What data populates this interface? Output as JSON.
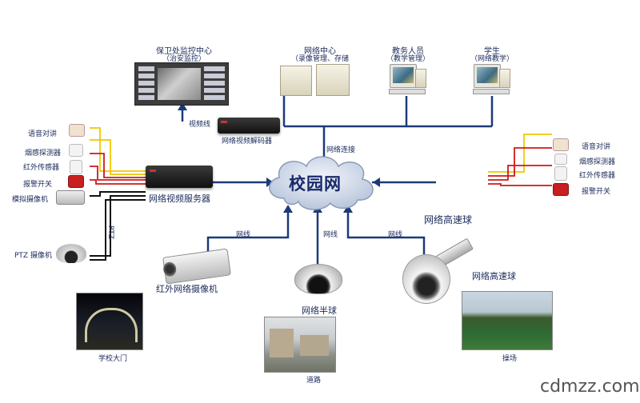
{
  "cloud": {
    "label": "校园网"
  },
  "top_nodes": {
    "security": {
      "title": "保卫处监控中心",
      "subtitle": "（治安监控）"
    },
    "network_center": {
      "title": "网络中心",
      "subtitle": "（录像管理、存储"
    },
    "teachers": {
      "title": "教务人员",
      "subtitle": "（教学管理）"
    },
    "students": {
      "title": "学生",
      "subtitle": "（网络教学）"
    }
  },
  "devices": {
    "decoder": "网络视频解码器",
    "video_line": "视频线",
    "network_link": "网络连接",
    "video_server": "网络视频服务器",
    "analog_camera": "模拟摄像机",
    "ptz_camera": "PTZ 摄像机",
    "ptz_vertical": "PTZ",
    "ir_camera": "红外网络摄像机",
    "dome_camera": "网络半球",
    "speed_dome_top": "网络高速球",
    "speed_dome": "网络高速球",
    "wire_left": "网线",
    "wire_mid": "网线",
    "wire_right": "网线"
  },
  "left_sensors": [
    "语音对讲",
    "烟感探测器",
    "红外传感器",
    "报警开关"
  ],
  "right_sensors": [
    "语音对讲",
    "烟感探测器",
    "红外传感器",
    "报警开关"
  ],
  "photos": {
    "gate": "学校大门",
    "road": "道路",
    "field": "操场"
  },
  "watermark": "cdmzz.com",
  "colors": {
    "wire_blue": "#1c3a7a",
    "wire_red": "#d01818",
    "wire_yellow": "#f0c800",
    "wire_black": "#111111",
    "cloud": "#ccd6e6"
  }
}
